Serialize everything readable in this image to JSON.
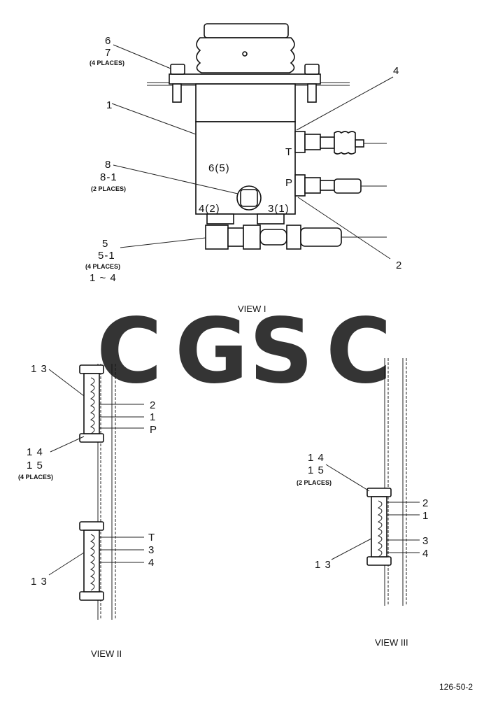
{
  "view1": {
    "title": "VIEW I",
    "callouts": {
      "c6": "6",
      "c7": "7",
      "c67_note": "(4 PLACES)",
      "c1": "1",
      "c4": "4",
      "c8": "8",
      "c81": "8-1",
      "c8_note": "(2 PLACES)",
      "c65": "6(5)",
      "c42": "4(2)",
      "c31": "3(1)",
      "c5": "5",
      "c51": "5-1",
      "c5_note": "(4 PLACES)",
      "c5_range": "1 ~ 4",
      "c2": "2",
      "port_t": "T",
      "port_p": "P"
    }
  },
  "view2": {
    "title": "VIEW II",
    "upper": {
      "c13": "1 3",
      "r1": "2",
      "r2": "1",
      "r3": "P",
      "c14": "1 4",
      "c15": "1 5",
      "note": "(4 PLACES)"
    },
    "lower": {
      "r1": "T",
      "r2": "3",
      "r3": "4",
      "c13": "1 3"
    }
  },
  "view3": {
    "title": "VIEW III",
    "c14": "1 4",
    "c15": "1 5",
    "note": "(2 PLACES)",
    "r1": "2",
    "r2": "1",
    "r3": "3",
    "r4": "4",
    "c13": "1 3"
  },
  "drawing_number": "126-50-2",
  "watermark": {
    "letters": [
      "C",
      "G",
      "S",
      "C"
    ],
    "colors": [
      "#6fa8f5",
      "#f29a93",
      "#f9dc7a",
      "#7cc59a"
    ]
  }
}
